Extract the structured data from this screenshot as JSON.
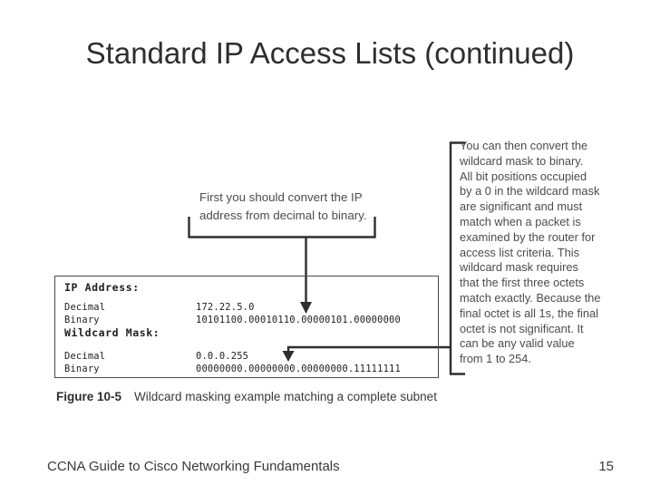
{
  "slide": {
    "title": "Standard IP Access Lists (continued)",
    "footer": {
      "left": "CCNA Guide to Cisco Networking Fundamentals",
      "page": "15"
    }
  },
  "callout_top": {
    "lines": [
      "First you should convert the IP",
      "address from decimal to binary."
    ]
  },
  "callout_right": {
    "lines": [
      "You can then convert the",
      "wildcard mask to binary.",
      "All bit positions occupied",
      "by a 0 in the wildcard mask",
      "are significant and must",
      "match when a packet is",
      "examined by the router for",
      "access list criteria. This",
      "wildcard mask requires",
      "that the first three octets",
      "match exactly. Because the",
      "final octet is all 1s, the final",
      "octet is not significant. It",
      "can be any valid value",
      "from 1 to 254."
    ]
  },
  "figure_box": {
    "sections": [
      {
        "heading": "IP Address:",
        "rows": [
          {
            "label": "Decimal",
            "value": "172.22.5.0"
          },
          {
            "label": "Binary",
            "value": "10101100.00010110.00000101.00000000"
          }
        ]
      },
      {
        "heading": "Wildcard Mask:",
        "rows": [
          {
            "label": "Decimal",
            "value": "0.0.0.255"
          },
          {
            "label": "Binary",
            "value": "00000000.00000000.00000000.11111111"
          }
        ]
      }
    ]
  },
  "caption": {
    "label": "Figure 10-5",
    "text": "Wildcard masking example matching a complete subnet"
  },
  "colors": {
    "line": "#2e2e2e",
    "text_dark": "#1e1e1e",
    "text_gray": "#4b4b4b",
    "border": "#4a4a4a"
  }
}
